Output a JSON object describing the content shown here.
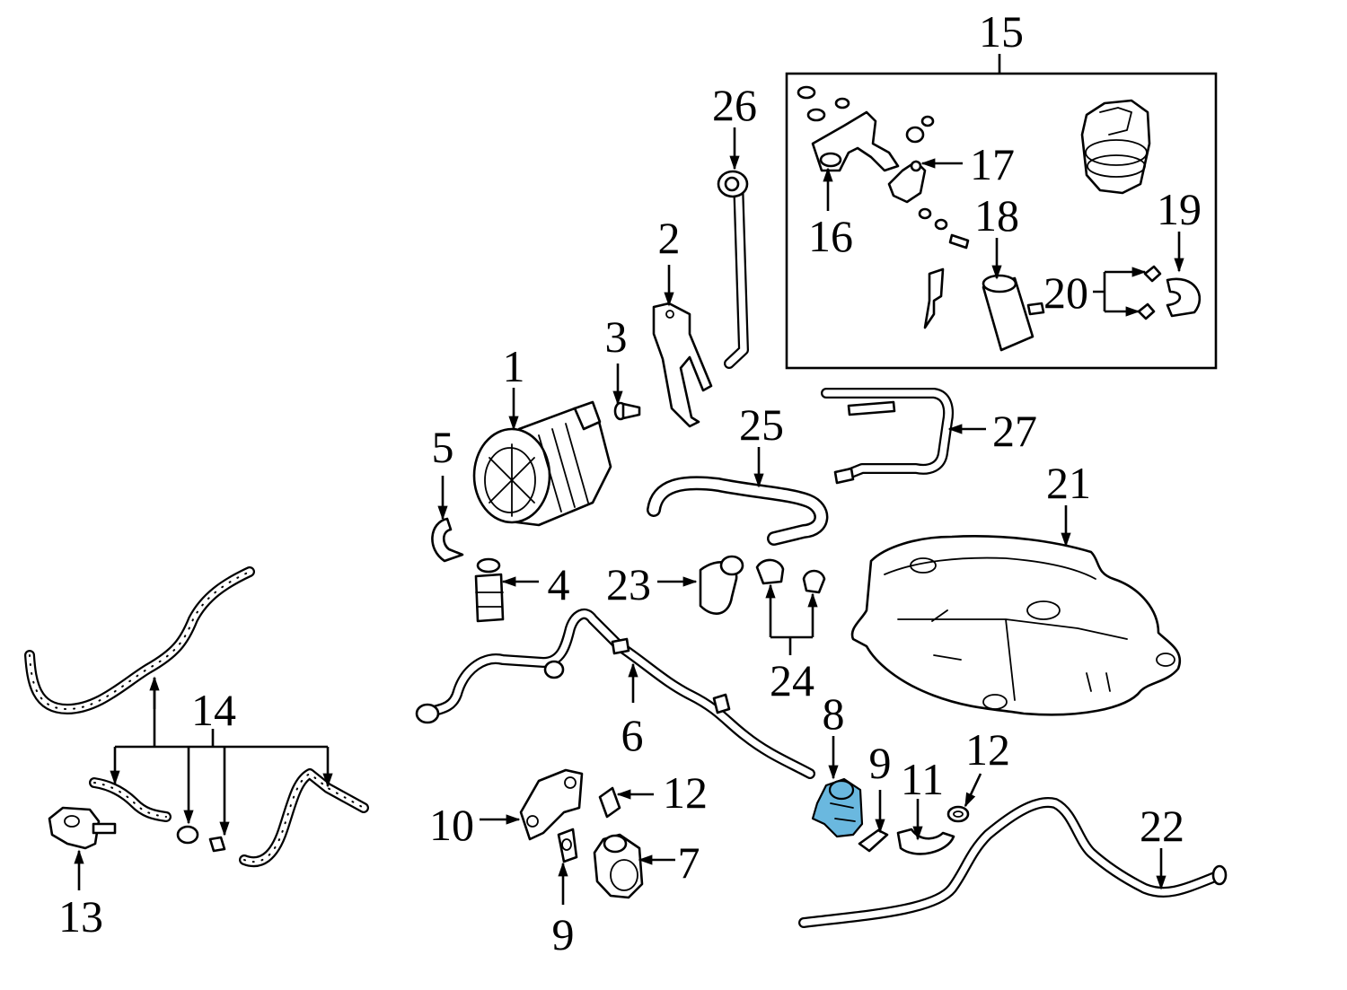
{
  "callouts": {
    "c1": "1",
    "c2": "2",
    "c3": "3",
    "c4": "4",
    "c5": "5",
    "c6": "6",
    "c7": "7",
    "c8": "8",
    "c9a": "9",
    "c9b": "9",
    "c10": "10",
    "c11": "11",
    "c12a": "12",
    "c12b": "12",
    "c13": "13",
    "c14": "14",
    "c15": "15",
    "c16": "16",
    "c17": "17",
    "c18": "18",
    "c19": "19",
    "c20": "20",
    "c21": "21",
    "c22": "22",
    "c23": "23",
    "c24": "24",
    "c25": "25",
    "c26": "26",
    "c27": "27"
  },
  "colors": {
    "background": "#ffffff",
    "linework": "#000000",
    "highlighted_part": "#6ab8df"
  },
  "highlighted_part": "8"
}
